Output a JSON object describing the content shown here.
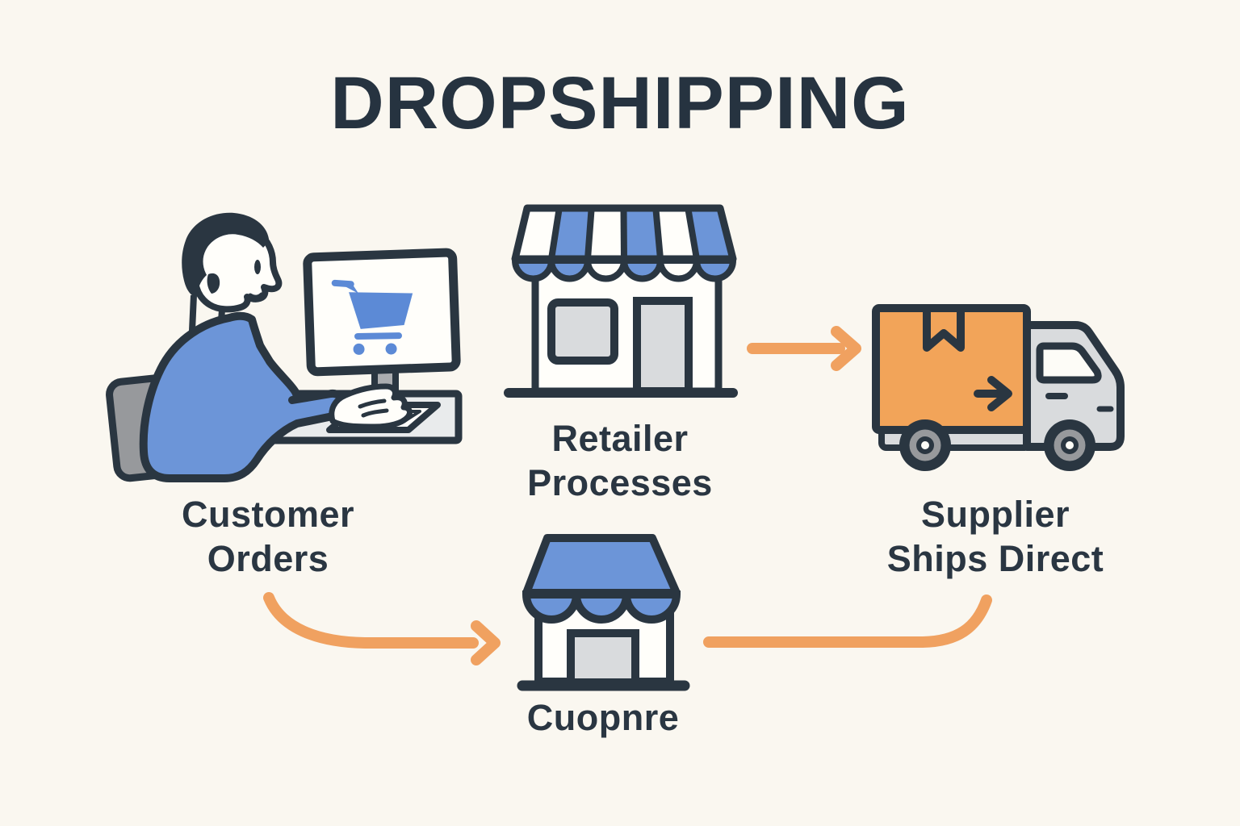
{
  "title": "DROPSHIPPING",
  "flow": {
    "customer": {
      "label_lines": [
        "Customer",
        "Orders"
      ],
      "icon": "person-ordering-at-computer-icon"
    },
    "retailer": {
      "label_lines": [
        "Retailer",
        "Processes"
      ],
      "icon": "retailer-storefront-icon"
    },
    "supplier": {
      "label_lines": [
        "Supplier",
        "Ships Direct"
      ],
      "icon": "delivery-truck-icon"
    },
    "store": {
      "label_lines": [
        "Cuopnre"
      ],
      "icon": "small-storefront-icon"
    }
  },
  "arrows": [
    {
      "name": "arrow-retailer-to-supplier",
      "style": "straight-right-with-head"
    },
    {
      "name": "arrow-customer-to-store",
      "style": "curved-right-with-head"
    },
    {
      "name": "arrow-store-to-supplier",
      "style": "curved-up-no-head"
    }
  ],
  "colors": {
    "background": "#faf7f0",
    "ink": "#2a3641",
    "title_ink": "#263340",
    "blue": "#6c95d8",
    "blue_deep": "#5c8ad6",
    "gray_light": "#d9dbdd",
    "gray_desk": "#e9ebec",
    "gray_mid": "#97999c",
    "orange_box": "#f2a459",
    "orange_arrow": "#f0a160",
    "white_fill": "#fffefa"
  }
}
